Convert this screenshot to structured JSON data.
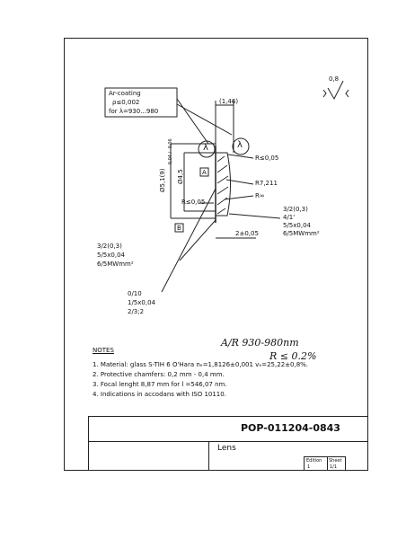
{
  "drawing": {
    "callout_coating": [
      "Ar-coating",
      "ρ≤0,002",
      "for λ=930...980"
    ],
    "surface_finish": "0,8",
    "dim_thickness_top": "(1,46)",
    "dim_diameter_outer": "Ø5,1(9)",
    "dim_diameter_outer_tol": "-0,04 / -0,06",
    "dim_diameter_inner": "Ø4,5",
    "datum_a": "A",
    "datum_b": "B",
    "radius_top_edge": "R≤0,05",
    "radius_r7": "R7,211",
    "radius_inf": "R∞",
    "radius_bottom_edge": "R≤0,05",
    "dim_center_thickness": "2±0,05",
    "spec_right": [
      "3/2(0,3)",
      "4/1'",
      "5/5x0,04",
      "6/5MWmm²"
    ],
    "spec_left": [
      "3/2(0,3)",
      "5/5x0,04",
      "6/5MWmm²"
    ],
    "spec_bottom": [
      "0/10",
      "1/5x0,04",
      "2/3;2"
    ],
    "lambda": "λ"
  },
  "notes": {
    "heading": "NOTES",
    "items": [
      "1. Material: glass S-TIH 6 O'Hara nₑ=1,8126±0,001 vₑ=25,22±0,8%.",
      "2. Protective chamfers: 0,2 mm - 0,4 mm.",
      "3. Focal lenght 8,87 mm for l =546,07 nm.",
      "4. Indications in accodans with ISO 10110."
    ]
  },
  "handwritten": {
    "line1": "A/R 930-980nm",
    "line2": "R ≤ 0.2%"
  },
  "title_block": {
    "drawing_number": "POP-011204-0843",
    "name": "Lens",
    "edition_label": "Edition",
    "edition_value": "1",
    "sheet_label": "Sheet",
    "sheet_value": "1/1"
  }
}
